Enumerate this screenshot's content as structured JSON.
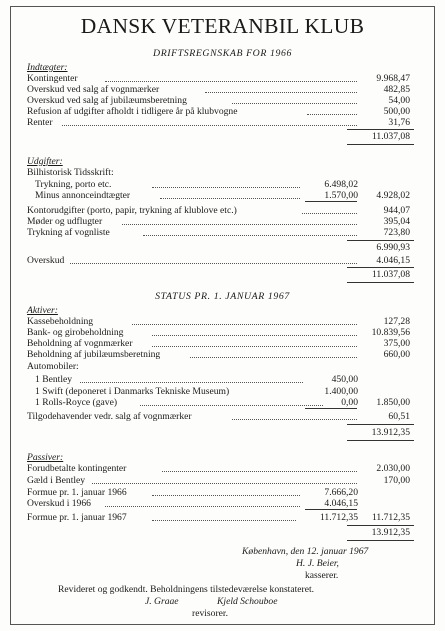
{
  "title": "DANSK VETERANBIL KLUB",
  "driftsregnskab": {
    "heading": "DRIFTSREGNSKAB FOR 1966",
    "income_label": "Indtægter:",
    "income": [
      {
        "label": "Kontingenter",
        "amount": "9.968,47"
      },
      {
        "label": "Overskud ved salg af vognmærker",
        "amount": "482,85"
      },
      {
        "label": "Overskud ved salg af jubilæumsberetning",
        "amount": "54,00"
      },
      {
        "label": "Refusion af udgifter afholdt i tidligere år på klubvogne",
        "amount": "500,00"
      },
      {
        "label": "Renter",
        "amount": "31,76"
      }
    ],
    "income_total": "11.037,08",
    "expense_label": "Udgifter:",
    "tidsskrift_label": "Bilhistorisk Tidsskrift:",
    "tidsskrift_items": [
      {
        "label": "Trykning, porto etc.",
        "amount": "6.498,02"
      },
      {
        "label": "Minus annonceindtægter",
        "amount": "1.570,00"
      }
    ],
    "tidsskrift_total": "4.928,02",
    "expenses": [
      {
        "label": "Kontorudgifter (porto, papir, trykning af klublove etc.)",
        "amount": "944,07"
      },
      {
        "label": "Møder og udflugter",
        "amount": "395,04"
      },
      {
        "label": "Trykning af vognliste",
        "amount": "723,80"
      }
    ],
    "expense_total": "6.990,93",
    "overskud_label": "Overskud",
    "overskud": "4.046,15",
    "grand_total": "11.037,08"
  },
  "status": {
    "heading": "STATUS PR. 1. JANUAR 1967",
    "assets_label": "Aktiver:",
    "assets": [
      {
        "label": "Kassebeholdning",
        "amount": "127,28"
      },
      {
        "label": "Bank- og girobeholdning",
        "amount": "10.839,56"
      },
      {
        "label": "Beholdning af vognmærker",
        "amount": "375,00"
      },
      {
        "label": "Beholdning af jubilæumsberetning",
        "amount": "660,00"
      }
    ],
    "cars_label": "Automobiler:",
    "cars": [
      {
        "label": "1 Bentley",
        "amount": "450,00"
      },
      {
        "label": "1 Swift (deponeret i Danmarks Tekniske Museum)",
        "amount": "1.400,00"
      },
      {
        "label": "1 Rolls-Royce  (gave)",
        "amount": "0,00"
      }
    ],
    "cars_total": "1.850,00",
    "receivable_label": "Tilgodehavender vedr. salg af vognmærker",
    "receivable": "60,51",
    "assets_total": "13.912,35",
    "liabilities_label": "Passiver:",
    "liabilities": [
      {
        "label": "Forudbetalte kontingenter",
        "amount": "2.030,00"
      },
      {
        "label": "Gæld i Bentley",
        "amount": "170,00"
      }
    ],
    "equity": [
      {
        "label": "Formue pr. 1. januar 1966",
        "amount": "7.666,20"
      },
      {
        "label": "Overskud i 1966",
        "amount": "4.046,15"
      }
    ],
    "equity_end_label": "Formue pr. 1. januar 1967",
    "equity_end_sub": "11.712,35",
    "equity_end": "11.712,35",
    "liabilities_total": "13.912,35"
  },
  "signature": {
    "place_date": "København, den 12. januar 1967",
    "name": "H. J. Beier,",
    "role": "kasserer.",
    "audit_text": "Revideret og godkendt. Beholdningens tilstedeværelse konstateret.",
    "auditor1": "J. Graae",
    "auditor2": "Kjeld Schouboe",
    "auditors_role": "revisorer."
  }
}
